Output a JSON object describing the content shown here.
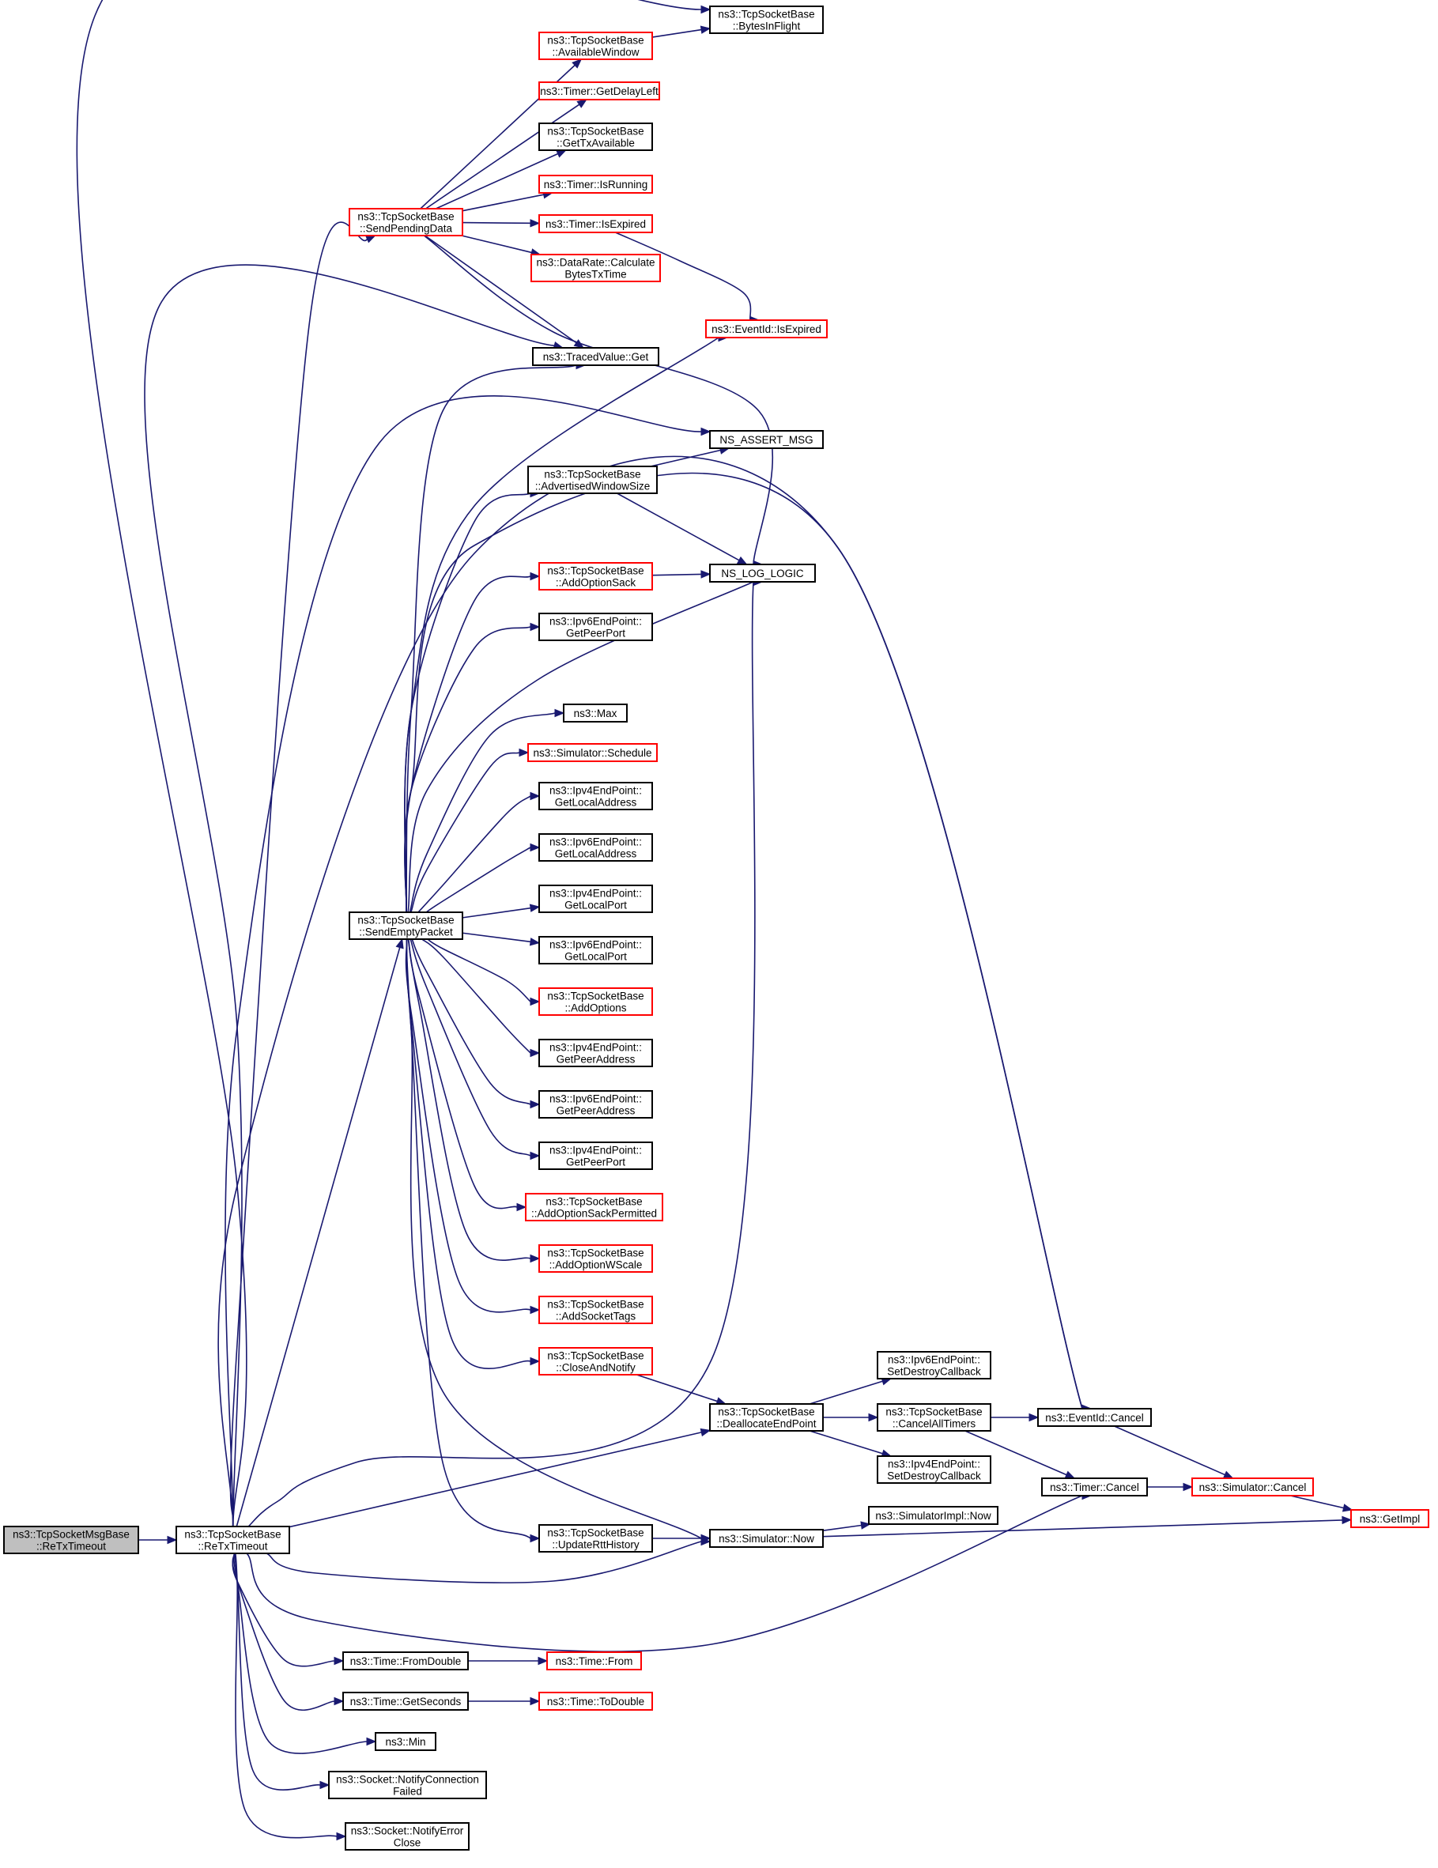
{
  "graph": {
    "nodes": [
      {
        "id": "msgbase_retx",
        "lines": [
          "ns3::TcpSocketMsgBase",
          "::ReTxTimeout"
        ],
        "style": "root"
      },
      {
        "id": "retx",
        "lines": [
          "ns3::TcpSocketBase",
          "::ReTxTimeout"
        ],
        "style": "black"
      },
      {
        "id": "sendpending",
        "lines": [
          "ns3::TcpSocketBase",
          "::SendPendingData"
        ],
        "style": "red"
      },
      {
        "id": "availwin",
        "lines": [
          "ns3::TcpSocketBase",
          "::AvailableWindow"
        ],
        "style": "red"
      },
      {
        "id": "bytesinflight",
        "lines": [
          "ns3::TcpSocketBase",
          "::BytesInFlight"
        ],
        "style": "black"
      },
      {
        "id": "getdelayleft",
        "lines": [
          "ns3::Timer::GetDelayLeft"
        ],
        "style": "red"
      },
      {
        "id": "gettxavail",
        "lines": [
          "ns3::TcpSocketBase",
          "::GetTxAvailable"
        ],
        "style": "black"
      },
      {
        "id": "isrunning",
        "lines": [
          "ns3::Timer::IsRunning"
        ],
        "style": "red"
      },
      {
        "id": "timerisexpired",
        "lines": [
          "ns3::Timer::IsExpired"
        ],
        "style": "red"
      },
      {
        "id": "calcbytes",
        "lines": [
          "ns3::DataRate::Calculate",
          "BytesTxTime"
        ],
        "style": "red"
      },
      {
        "id": "eventisexpired",
        "lines": [
          "ns3::EventId::IsExpired"
        ],
        "style": "red"
      },
      {
        "id": "tracedget",
        "lines": [
          "ns3::TracedValue::Get"
        ],
        "style": "black"
      },
      {
        "id": "assertmsg",
        "lines": [
          "NS_ASSERT_MSG"
        ],
        "style": "black"
      },
      {
        "id": "advwin",
        "lines": [
          "ns3::TcpSocketBase",
          "::AdvertisedWindowSize"
        ],
        "style": "black"
      },
      {
        "id": "loglogic",
        "lines": [
          "NS_LOG_LOGIC"
        ],
        "style": "black"
      },
      {
        "id": "addoptsack",
        "lines": [
          "ns3::TcpSocketBase",
          "::AddOptionSack"
        ],
        "style": "red"
      },
      {
        "id": "v6peerport",
        "lines": [
          "ns3::Ipv6EndPoint::",
          "GetPeerPort"
        ],
        "style": "black"
      },
      {
        "id": "max",
        "lines": [
          "ns3::Max"
        ],
        "style": "black"
      },
      {
        "id": "schedule",
        "lines": [
          "ns3::Simulator::Schedule"
        ],
        "style": "red"
      },
      {
        "id": "v4localaddr",
        "lines": [
          "ns3::Ipv4EndPoint::",
          "GetLocalAddress"
        ],
        "style": "black"
      },
      {
        "id": "v6localaddr",
        "lines": [
          "ns3::Ipv6EndPoint::",
          "GetLocalAddress"
        ],
        "style": "black"
      },
      {
        "id": "sendempty",
        "lines": [
          "ns3::TcpSocketBase",
          "::SendEmptyPacket"
        ],
        "style": "black"
      },
      {
        "id": "v4localport",
        "lines": [
          "ns3::Ipv4EndPoint::",
          "GetLocalPort"
        ],
        "style": "black"
      },
      {
        "id": "v6localport",
        "lines": [
          "ns3::Ipv6EndPoint::",
          "GetLocalPort"
        ],
        "style": "black"
      },
      {
        "id": "addoptions",
        "lines": [
          "ns3::TcpSocketBase",
          "::AddOptions"
        ],
        "style": "red"
      },
      {
        "id": "v4peeraddr",
        "lines": [
          "ns3::Ipv4EndPoint::",
          "GetPeerAddress"
        ],
        "style": "black"
      },
      {
        "id": "v6peeraddr",
        "lines": [
          "ns3::Ipv6EndPoint::",
          "GetPeerAddress"
        ],
        "style": "black"
      },
      {
        "id": "v4peerport",
        "lines": [
          "ns3::Ipv4EndPoint::",
          "GetPeerPort"
        ],
        "style": "black"
      },
      {
        "id": "addsackperm",
        "lines": [
          "ns3::TcpSocketBase",
          "::AddOptionSackPermitted"
        ],
        "style": "red"
      },
      {
        "id": "addwscale",
        "lines": [
          "ns3::TcpSocketBase",
          "::AddOptionWScale"
        ],
        "style": "red"
      },
      {
        "id": "addsockettags",
        "lines": [
          "ns3::TcpSocketBase",
          "::AddSocketTags"
        ],
        "style": "red"
      },
      {
        "id": "closenotify",
        "lines": [
          "ns3::TcpSocketBase",
          "::CloseAndNotify"
        ],
        "style": "red"
      },
      {
        "id": "v6setdestroy",
        "lines": [
          "ns3::Ipv6EndPoint::",
          "SetDestroyCallback"
        ],
        "style": "black"
      },
      {
        "id": "dealloc",
        "lines": [
          "ns3::TcpSocketBase",
          "::DeallocateEndPoint"
        ],
        "style": "black"
      },
      {
        "id": "cancelall",
        "lines": [
          "ns3::TcpSocketBase",
          "::CancelAllTimers"
        ],
        "style": "black"
      },
      {
        "id": "eventcancel",
        "lines": [
          "ns3::EventId::Cancel"
        ],
        "style": "black"
      },
      {
        "id": "v4setdestroy",
        "lines": [
          "ns3::Ipv4EndPoint::",
          "SetDestroyCallback"
        ],
        "style": "black"
      },
      {
        "id": "timercancel",
        "lines": [
          "ns3::Timer::Cancel"
        ],
        "style": "black"
      },
      {
        "id": "simcancel",
        "lines": [
          "ns3::Simulator::Cancel"
        ],
        "style": "red"
      },
      {
        "id": "getimpl",
        "lines": [
          "ns3::GetImpl"
        ],
        "style": "red"
      },
      {
        "id": "simimplnow",
        "lines": [
          "ns3::SimulatorImpl::Now"
        ],
        "style": "black"
      },
      {
        "id": "updatertt",
        "lines": [
          "ns3::TcpSocketBase",
          "::UpdateRttHistory"
        ],
        "style": "black"
      },
      {
        "id": "simnow",
        "lines": [
          "ns3::Simulator::Now"
        ],
        "style": "black"
      },
      {
        "id": "fromdouble",
        "lines": [
          "ns3::Time::FromDouble"
        ],
        "style": "black"
      },
      {
        "id": "timefrom",
        "lines": [
          "ns3::Time::From"
        ],
        "style": "red"
      },
      {
        "id": "getseconds",
        "lines": [
          "ns3::Time::GetSeconds"
        ],
        "style": "black"
      },
      {
        "id": "todouble",
        "lines": [
          "ns3::Time::ToDouble"
        ],
        "style": "red"
      },
      {
        "id": "min",
        "lines": [
          "ns3::Min"
        ],
        "style": "black"
      },
      {
        "id": "notifyconnfailed",
        "lines": [
          "ns3::Socket::NotifyConnection",
          "Failed"
        ],
        "style": "black"
      },
      {
        "id": "notifyerrclose",
        "lines": [
          "ns3::Socket::NotifyError",
          "Close"
        ],
        "style": "black"
      }
    ]
  }
}
